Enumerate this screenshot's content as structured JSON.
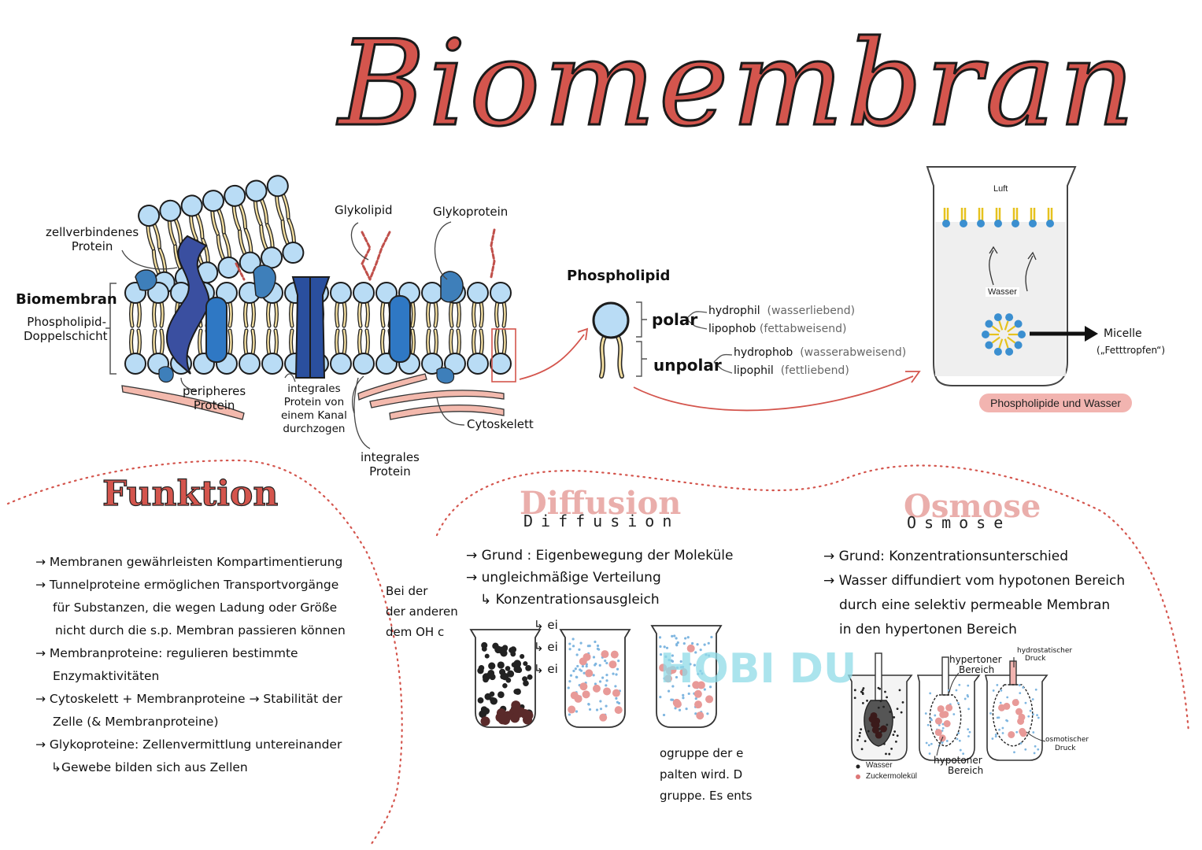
{
  "title": "Biomembran",
  "membrane": {
    "label_main": "Biomembran",
    "label_sub": [
      "Phospholipid-",
      "Doppelschicht"
    ],
    "zellverbindend": [
      "zellverbindenes",
      "Protein"
    ],
    "glykolipid": "Glykolipid",
    "glykoprotein": "Glykoprotein",
    "peripheres": [
      "peripheres",
      "Protein"
    ],
    "integrales_kanal": [
      "integrales",
      "Protein von",
      "einem Kanal",
      "durchzogen"
    ],
    "integrales": [
      "integrales",
      "Protein"
    ],
    "cytoskelett": "Cytoskelett"
  },
  "phospholipid": {
    "title": "Phospholipid",
    "polar": "polar",
    "unpolar": "unpolar",
    "hydrophil": "hydrophil",
    "hydrophil_note": "(wasserliebend)",
    "lipophob": "lipophob",
    "lipophob_note": "(fettabweisend)",
    "hydrophob": "hydrophob",
    "hydrophob_note": "(wasserabweisend)",
    "lipophil": "lipophil",
    "lipophil_note": "(fettliebend)"
  },
  "beaker": {
    "luft": "Luft",
    "wasser": "Wasser",
    "micelle": "Micelle",
    "micelle_note": "(„Fetttropfen“)",
    "caption": "Phospholipide und Wasser"
  },
  "funktion": {
    "heading": "Funktion",
    "lines": [
      "→ Membranen gewährleisten Kompartimentierung",
      "→ Tunnelproteine ermöglichen Transportvorgänge",
      "für Substanzen, die wegen Ladung oder Größe",
      "nicht durch die s.p. Membran passieren können",
      "→ Membranproteine: regulieren bestimmte",
      "Enzymaktivitäten",
      "→ Cytoskelett + Membranproteine → Stabilität der",
      "Zelle (& Membranproteine)",
      "→ Glykoproteine: Zellenvermittlung untereinander",
      "↳Gewebe bilden sich aus Zellen"
    ]
  },
  "diffusion": {
    "heading": "Diffusion",
    "subheading": "Diffusion",
    "lines": [
      "→ Grund : Eigenbewegung der Moleküle",
      "→ ungleichmäßige Verteilung",
      "↳ Konzentrationsausgleich"
    ],
    "side_fragment": [
      "Bei der",
      "der anderen",
      "dem OH c"
    ],
    "ei_fragments": [
      "↳ ei",
      "↳ ei",
      "↳ ei"
    ],
    "overlay_text": "HOBI DU",
    "bottom_fragment": [
      "ogruppe der e",
      "palten wird. D",
      "gruppe. Es ents"
    ]
  },
  "osmose": {
    "heading": "Osmose",
    "subheading": "Osmose",
    "lines": [
      "→ Grund: Konzentrationsunterschied",
      "→ Wasser diffundiert vom hypotonen Bereich",
      "durch eine selektiv permeable Membran",
      "in den hypertonen Bereich"
    ],
    "hypertoner": [
      "hypertoner",
      "Bereich"
    ],
    "hypotoner": [
      "hypotoner",
      "Bereich"
    ],
    "hydrostatisch": [
      "hydrostatischer",
      "Druck"
    ],
    "osmotisch": [
      "osmotischer",
      "Druck"
    ],
    "legend_wasser": "Wasser",
    "legend_zucker": "Zuckermolekül"
  },
  "colors": {
    "accent_red": "#d4554d",
    "pink": "#f2b4b0",
    "head_blue": "#b9dcf5",
    "protein_dark": "#3a4fa0",
    "protein_mid": "#2f78c4",
    "cytoskeleton": "#f3b9ad"
  }
}
